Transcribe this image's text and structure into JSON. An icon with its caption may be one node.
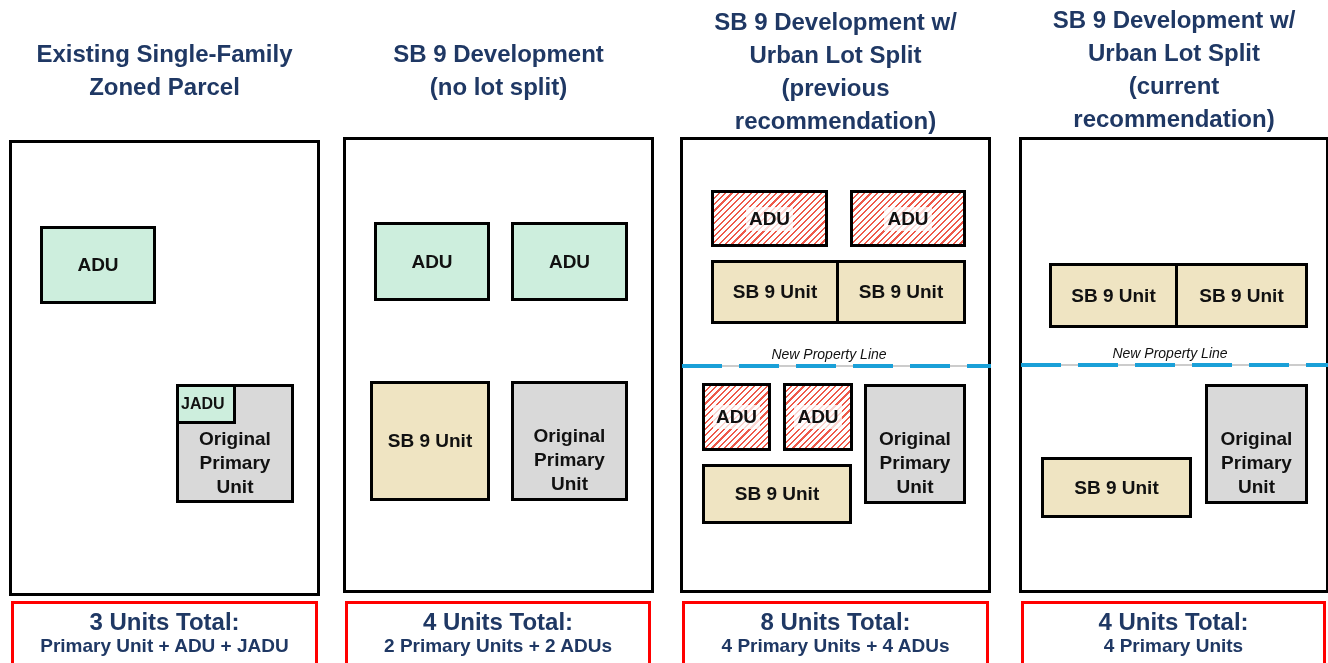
{
  "diagram": {
    "nodes": [
      {
        "text": [
          "Existing Single-Family Zoned Parcel"
        ]
      },
      {
        "text": [
          "ADU"
        ],
        "in": 0
      },
      {
        "text": [
          "Original Primary Unit"
        ],
        "in": 0
      },
      {
        "text": [
          "JADU"
        ],
        "in": 2
      },
      {
        "text": [
          "SB 9 Development (no lot split)"
        ]
      },
      {
        "text": [
          "ADU"
        ],
        "in": 4
      },
      {
        "text": [
          "ADU"
        ],
        "in": 4
      },
      {
        "text": [
          "SB 9 Unit"
        ],
        "in": 4
      },
      {
        "text": [
          "Original Primary Unit"
        ],
        "in": 4
      },
      {
        "text": [
          "SB 9 Development w/ Urban Lot Split (previous recommendation)"
        ]
      },
      {
        "text": [
          "ADU"
        ],
        "in": 9
      },
      {
        "text": [
          "ADU"
        ],
        "in": 9
      },
      {
        "text": [
          "SB 9 Unit"
        ],
        "in": 9
      },
      {
        "text": [
          "SB 9 Unit"
        ],
        "in": 9
      },
      {
        "text": [
          "ADU"
        ],
        "in": 9
      },
      {
        "text": [
          "ADU"
        ],
        "in": 9
      },
      {
        "text": [
          "Original Primary Unit"
        ],
        "in": 9
      },
      {
        "text": [
          "SB 9 Unit"
        ],
        "in": 9
      },
      {
        "text": [
          "SB 9 Development w/ Urban Lot Split (current recommendation)"
        ]
      },
      {
        "text": [
          "SB 9 Unit"
        ],
        "in": 18
      },
      {
        "text": [
          "SB 9 Unit"
        ],
        "in": 18
      },
      {
        "text": [
          "Original Primary Unit"
        ],
        "in": 18
      },
      {
        "text": [
          "SB 9 Unit"
        ],
        "in": 18
      },
      {
        "text": [
          "3 Units Total:",
          "Primary Unit + ADU + JADU"
        ]
      },
      {
        "text": [
          "4 Units Total:",
          "2 Primary Units + 2 ADUs"
        ]
      },
      {
        "text": [
          "8 Units Total:",
          "4 Primary Units + 4 ADUs"
        ]
      },
      {
        "text": [
          "4 Units Total:",
          "4 Primary Units"
        ]
      }
    ],
    "labels": [
      "New Property Line",
      "New Property Line"
    ]
  }
}
